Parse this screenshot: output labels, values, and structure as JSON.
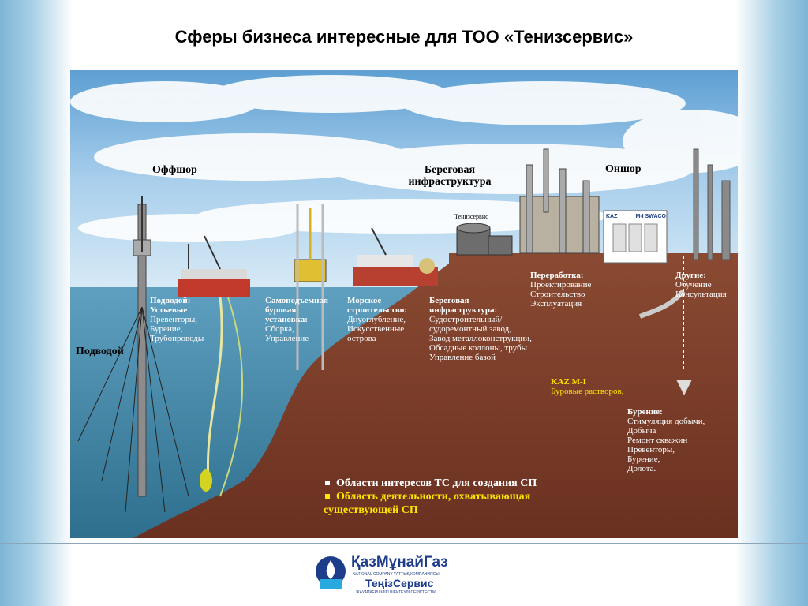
{
  "title": "Сферы бизнеса интересные для ТОО «Тенизсервис»",
  "zones": {
    "offshore": "Оффшор",
    "coastal_line1": "Береговая",
    "coastal_line2": "инфраструктура",
    "onshore": "Оншор",
    "subsea": "Подводой"
  },
  "company_tag": "Тенизсервис",
  "partner_logo": {
    "left": "KAZ",
    "right": "M-I SWACO"
  },
  "labels": {
    "subsea": {
      "head1": "Подводой:",
      "head2": "Устьевые",
      "lines": [
        "Превенторы,",
        "Бурение,",
        "Трубопроводы"
      ]
    },
    "jackup": {
      "head1": "Самоподъемная",
      "head2": "буровая",
      "head3": "установка:",
      "lines": [
        "Сборка,",
        "Управление"
      ]
    },
    "marine": {
      "head1": "Морское",
      "head2": "строительство:",
      "lines": [
        "Днуоглубление,",
        "Искусственные",
        "острова"
      ]
    },
    "coastal": {
      "head1": "Береговая",
      "head2": "инфраструктура:",
      "lines": [
        "Судостроительный/",
        "судоремонтный  завод,",
        "Завод металлоконструкции,",
        "Обсадные коллоны, трубы",
        "Управление базой"
      ]
    },
    "processing": {
      "head": "Переработка:",
      "lines": [
        "Проектирование",
        "Строительство",
        "Эксплуатация"
      ]
    },
    "other": {
      "head": "Другие:",
      "lines": [
        "Обучение",
        "Консультация"
      ]
    },
    "kazmi": {
      "head": "KAZ M-I",
      "lines": [
        "Буровые растворов,"
      ]
    },
    "drilling": {
      "head": "Бурение:",
      "lines": [
        "Стимуляция добычи,",
        "Добыча",
        "Ремонт скважин",
        "Превенторы,",
        "Бурение,",
        "Долота."
      ]
    }
  },
  "legend": {
    "item1": "Области интересов ТС для создания СП",
    "item2_line1": "Область деятельности, охватывающая",
    "item2_line2": "существующей  СП"
  },
  "footer": {
    "brand": "ҚазМұнайГаз",
    "subtitle": "NATIONAL COMPANY     ҰЛТТЫҚ КОМПАНИЯСЫ",
    "company": "ТеңізСервис",
    "tagline": "ЖАУАПКЕРШІЛІГІ ШЕКТЕУЛІ СЕРІКТЕСТІК"
  },
  "colors": {
    "sea": "#4a8fb0",
    "seabed": "#7a3c28",
    "sky": "#8fc0e6",
    "highlight": "#ffe600"
  }
}
